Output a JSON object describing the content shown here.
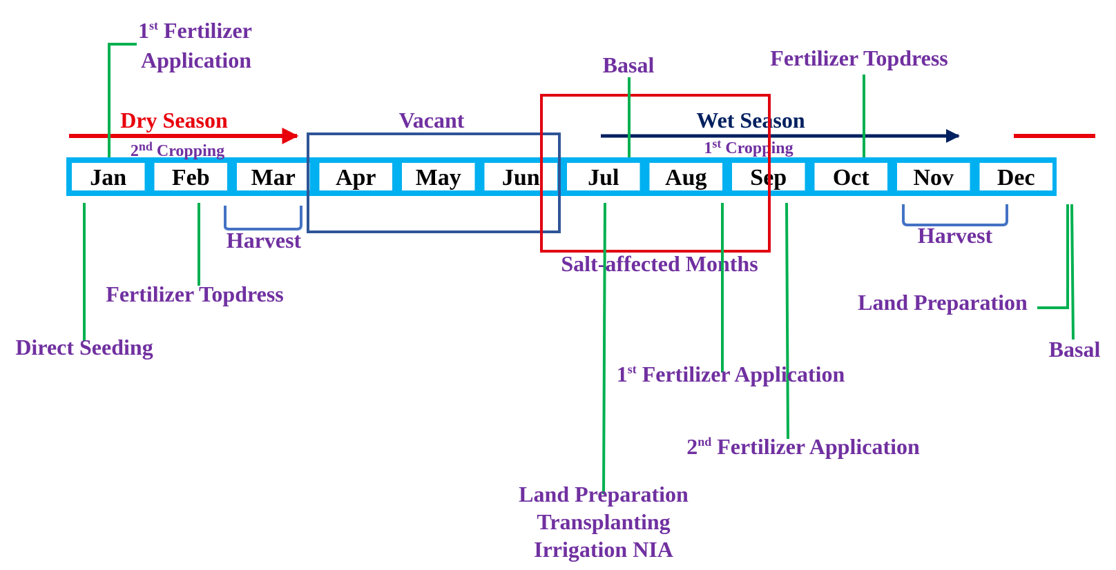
{
  "colors": {
    "bar": "#00b0f0",
    "label": "#7030a0",
    "leader": "#00b050",
    "dry": "#e8000b",
    "wet": "#002060",
    "vacant_box": "#2f5597",
    "salt_box": "#e00010",
    "harvest_bracket": "#4472c4",
    "month_text": "#000000"
  },
  "months": [
    "Jan",
    "Feb",
    "Mar",
    "Apr",
    "May",
    "Jun",
    "Jul",
    "Aug",
    "Sep",
    "Oct",
    "Nov",
    "Dec"
  ],
  "seasons": {
    "dry": "Dry Season",
    "wet": "Wet Season",
    "vacant": "Vacant",
    "salt_affected": "Salt-affected Months"
  },
  "cropping": {
    "second": {
      "ordinal": "2",
      "suffix": "nd",
      "word": "Cropping"
    },
    "first": {
      "ordinal": "1",
      "suffix": "st",
      "word": "Cropping"
    }
  },
  "labels": {
    "first_fert_top": {
      "ordinal": "1",
      "suffix": "st",
      "line1": "Fertilizer",
      "line2": "Application"
    },
    "basal_top": "Basal",
    "fert_topdress_top": "Fertilizer Topdress",
    "harvest_mar": "Harvest",
    "harvest_nov": "Harvest",
    "fert_topdress_feb": "Fertilizer Topdress",
    "direct_seeding": "Direct Seeding",
    "land_prep_dec": "Land Preparation",
    "basal_dec": "Basal",
    "first_fert_aug": {
      "ordinal": "1",
      "suffix": "st",
      "text": "Fertilizer Application"
    },
    "second_fert_sep": {
      "ordinal": "2",
      "suffix": "nd",
      "text": "Fertilizer Application"
    },
    "jul_stack": [
      "Land Preparation",
      "Transplanting",
      "Irrigation NIA"
    ]
  }
}
